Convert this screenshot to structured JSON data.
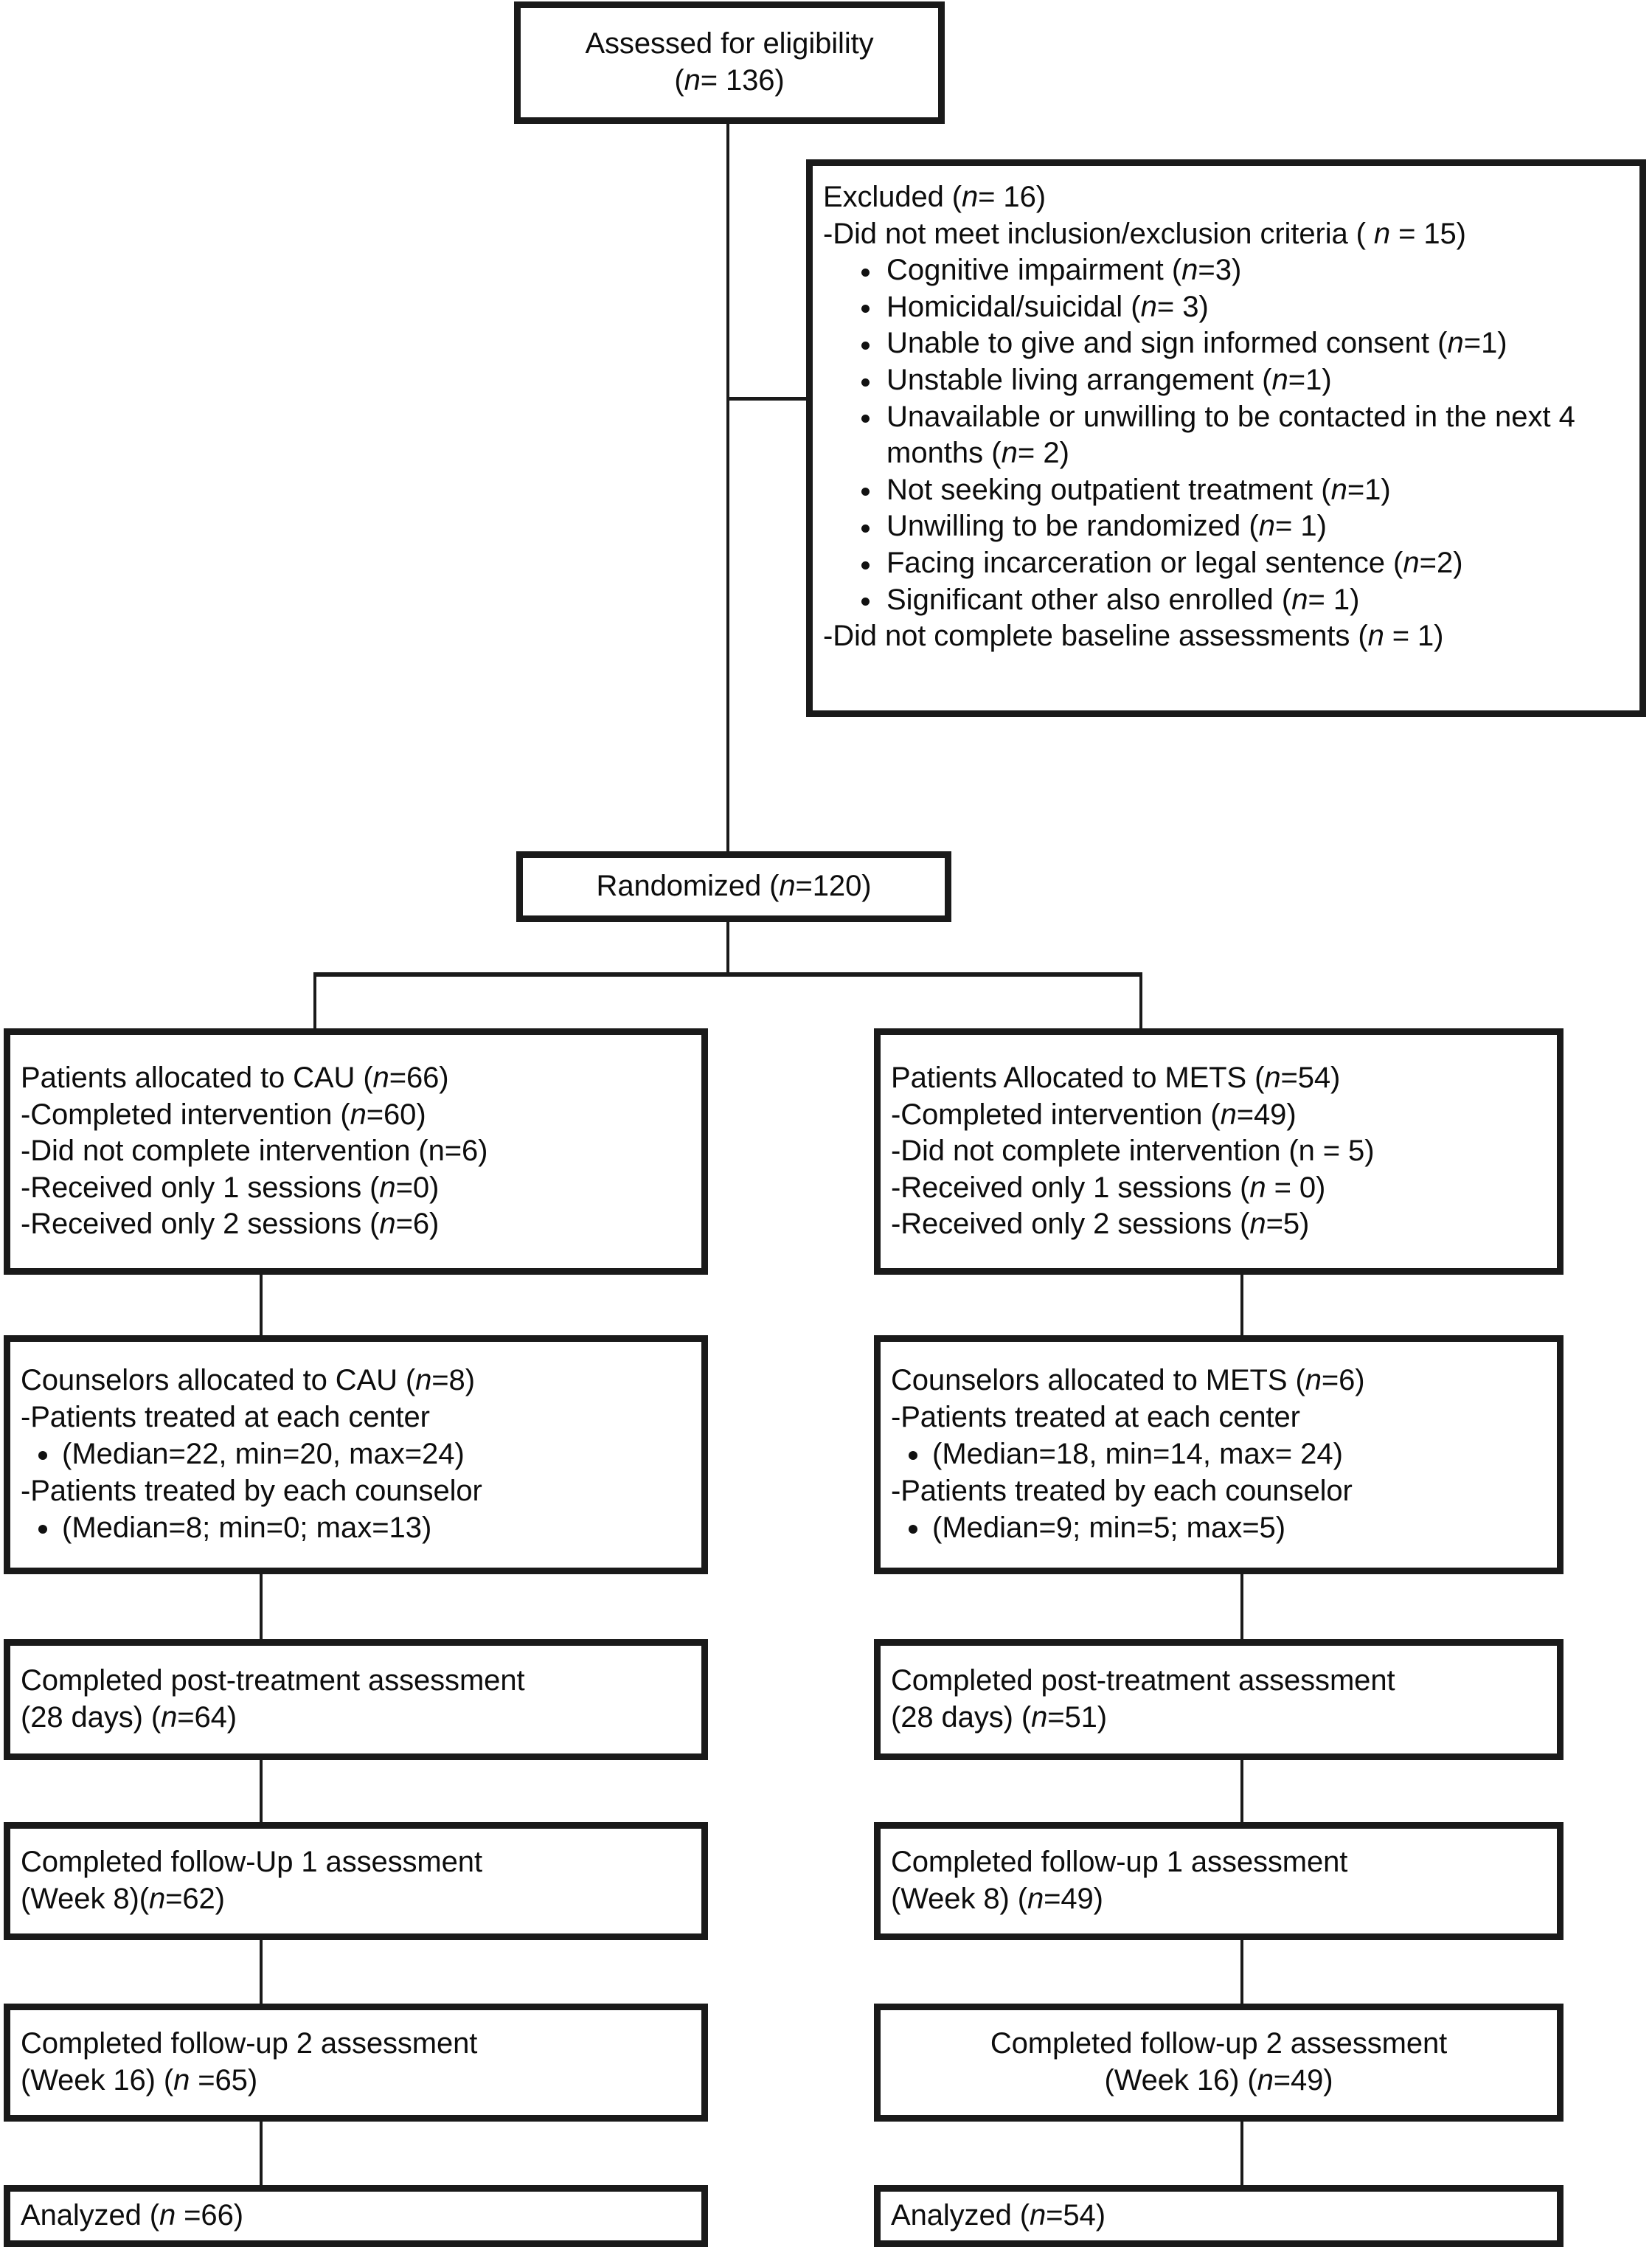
{
  "diagram": {
    "title": "CONSORT participant flow diagram",
    "line_color": "#1a1a1a",
    "background": "#ffffff"
  },
  "eligibility": {
    "line1": "Assessed for eligibility",
    "line2_pre": "(",
    "line2_n": "n",
    "line2_post": "= 136)"
  },
  "excluded": {
    "heading_pre": "Excluded (",
    "heading_n": "n",
    "heading_post": "= 16)",
    "criteria_pre": "-Did not meet inclusion/exclusion criteria ( ",
    "criteria_n": "n",
    "criteria_post": " = 15)",
    "bullets": [
      {
        "text_pre": "Cognitive impairment (",
        "n": "n",
        "text_post": "=3)"
      },
      {
        "text_pre": "Homicidal/suicidal (",
        "n": "n",
        "text_post": "= 3)"
      },
      {
        "text_pre": "Unable to give and sign informed consent (",
        "n": "n",
        "text_post": "=1)"
      },
      {
        "text_pre": "Unstable living arrangement (",
        "n": "n",
        "text_post": "=1)"
      },
      {
        "text_pre": "Unavailable or unwilling to be contacted in the next 4 months (",
        "n": "n",
        "text_post": "= 2)"
      },
      {
        "text_pre": "Not seeking outpatient treatment (",
        "n": "n",
        "text_post": "=1)"
      },
      {
        "text_pre": "Unwilling to be randomized (",
        "n": "n",
        "text_post": "= 1)"
      },
      {
        "text_pre": "Facing incarceration or legal sentence (",
        "n": "n",
        "text_post": "=2)"
      },
      {
        "text_pre": "Significant other also enrolled (",
        "n": "n",
        "text_post": "= 1)"
      }
    ],
    "baseline_pre": "-Did not complete baseline assessments (",
    "baseline_n": "n",
    "baseline_post": " = 1)"
  },
  "randomized": {
    "text_pre": "Randomized (",
    "text_n": "n",
    "text_post": "=120)"
  },
  "cau": {
    "allocation": {
      "l1_pre": "Patients allocated to CAU (",
      "l1_n": "n",
      "l1_post": "=66)",
      "l2_pre": "-Completed intervention (",
      "l2_n": "n",
      "l2_post": "=60)",
      "l3": "-Did not complete intervention (n=6)",
      "l4_pre": "-Received only 1 sessions (",
      "l4_n": "n",
      "l4_post": "=0)",
      "l5_pre": "-Received only 2 sessions (",
      "l5_n": "n",
      "l5_post": "=6)"
    },
    "counselors": {
      "l1_pre": "Counselors allocated to CAU (",
      "l1_n": "n",
      "l1_post": "=8)",
      "l2": "-Patients treated at each center",
      "l3": "(Median=22, min=20, max=24)",
      "l4": "-Patients treated by each counselor",
      "l5": "(Median=8; min=0; max=13)"
    },
    "post_treatment": {
      "l1": "Completed post-treatment assessment",
      "l2_pre": "(28 days) (",
      "l2_n": "n",
      "l2_post": "=64)"
    },
    "followup1": {
      "l1": "Completed follow-Up 1 assessment",
      "l2_pre": "(Week 8)(",
      "l2_n": "n",
      "l2_post": "=62)"
    },
    "followup2": {
      "l1": "Completed follow-up 2 assessment",
      "l2_pre": "(Week 16) (",
      "l2_n": "n",
      "l2_post": " =65)"
    },
    "analyzed": {
      "pre": "Analyzed (",
      "n": "n",
      "post": " =66)"
    }
  },
  "mets": {
    "allocation": {
      "l1_pre": "Patients Allocated to METS (",
      "l1_n": "n",
      "l1_post": "=54)",
      "l2_pre": "-Completed intervention (",
      "l2_n": "n",
      "l2_post": "=49)",
      "l3": "-Did not complete intervention (n = 5)",
      "l4_pre": "-Received only 1 sessions (",
      "l4_n": "n",
      "l4_post": " = 0)",
      "l5_pre": "-Received only 2 sessions (",
      "l5_n": "n",
      "l5_post": "=5)"
    },
    "counselors": {
      "l1_pre": "Counselors allocated to METS (",
      "l1_n": "n",
      "l1_post": "=6)",
      "l2": "-Patients treated at each center",
      "l3": "(Median=18, min=14, max= 24)",
      "l4": "-Patients treated by each counselor",
      "l5": "(Median=9; min=5; max=5)"
    },
    "post_treatment": {
      "l1": "Completed post-treatment assessment",
      "l2_pre": "(28 days) (",
      "l2_n": "n",
      "l2_post": "=51)"
    },
    "followup1": {
      "l1": "Completed follow-up 1 assessment",
      "l2_pre": "(Week 8) (",
      "l2_n": "n",
      "l2_post": "=49)"
    },
    "followup2": {
      "l1": "Completed follow-up 2 assessment",
      "l2_pre": "(Week 16) (",
      "l2_n": "n",
      "l2_post": "=49)"
    },
    "analyzed": {
      "pre": "Analyzed (",
      "n": "n",
      "post": "=54)"
    }
  }
}
